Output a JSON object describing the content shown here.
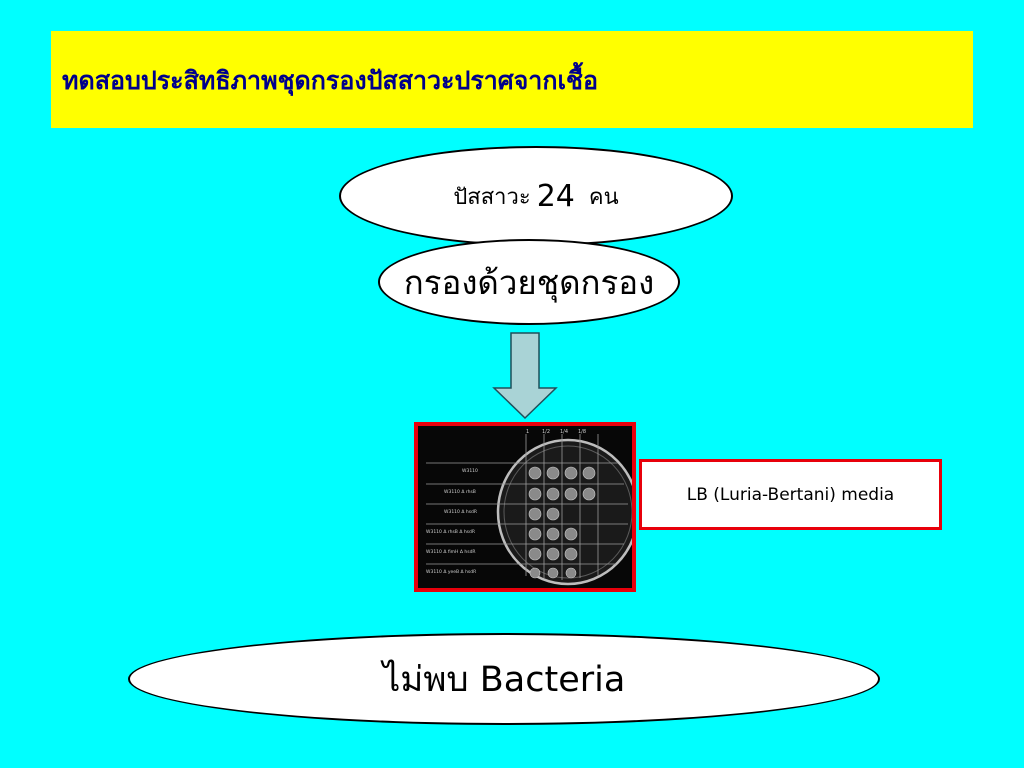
{
  "title": "ทดสอบประสิทธิภาพชุดกรองปัสสาวะปราศจากเชื้อ",
  "sample": {
    "label": "ปัสสาวะ",
    "count": "24",
    "unit": "คน"
  },
  "filter_step": "กรองด้วยชุดกรอง",
  "media_label": "LB (Luria-Bertani) media",
  "result": "ไม่พบ Bacteria",
  "colors": {
    "background": "#00ffff",
    "title_bar": "#ffff00",
    "title_text": "#00008b",
    "frame_red": "#e8000b",
    "arrow_fill": "#a9d3d6"
  },
  "plate_photo": {
    "column_headers": [
      "1",
      "1/2",
      "1/4",
      "1/8"
    ],
    "row_labels": [
      "W3110",
      "W3110 Δ rhsB",
      "W3110 Δ hsdR",
      "W3110 Δ rhsB Δ hsdR",
      "W3110 Δ fimH Δ hsdR",
      "W3110 Δ yeeB Δ hsdR"
    ]
  }
}
